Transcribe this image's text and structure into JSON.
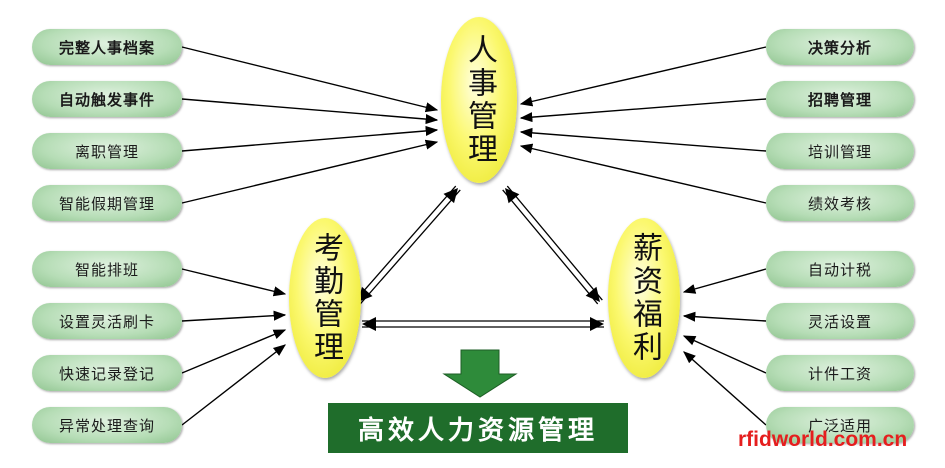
{
  "hubs": {
    "hr": "人事管理",
    "attendance": "考勤管理",
    "payroll": "薪资福利"
  },
  "hr_left": [
    {
      "label": "完整人事档案",
      "bold": true
    },
    {
      "label": "自动触发事件",
      "bold": true
    },
    {
      "label": "离职管理",
      "bold": false
    },
    {
      "label": "智能假期管理",
      "bold": false
    }
  ],
  "hr_right": [
    {
      "label": "决策分析",
      "bold": true
    },
    {
      "label": "招聘管理",
      "bold": true
    },
    {
      "label": "培训管理",
      "bold": false
    },
    {
      "label": "绩效考核",
      "bold": false
    }
  ],
  "attendance_features": [
    {
      "label": "智能排班",
      "bold": false
    },
    {
      "label": "设置灵活刷卡",
      "bold": false
    },
    {
      "label": "快速记录登记",
      "bold": false
    },
    {
      "label": "异常处理查询",
      "bold": false
    }
  ],
  "payroll_features": [
    {
      "label": "自动计税",
      "bold": false
    },
    {
      "label": "灵活设置",
      "bold": false
    },
    {
      "label": "计件工资",
      "bold": false
    },
    {
      "label": "广泛适用",
      "bold": false
    }
  ],
  "result": "高效人力资源管理",
  "watermark": "rfidworld.com.cn",
  "colors": {
    "pill_fill": "#b6ddb6",
    "hub_fill": "#fbf86e",
    "banner_fill": "#1f6d2b",
    "down_arrow": "#2e8b3a",
    "watermark": "#e51e1e"
  }
}
